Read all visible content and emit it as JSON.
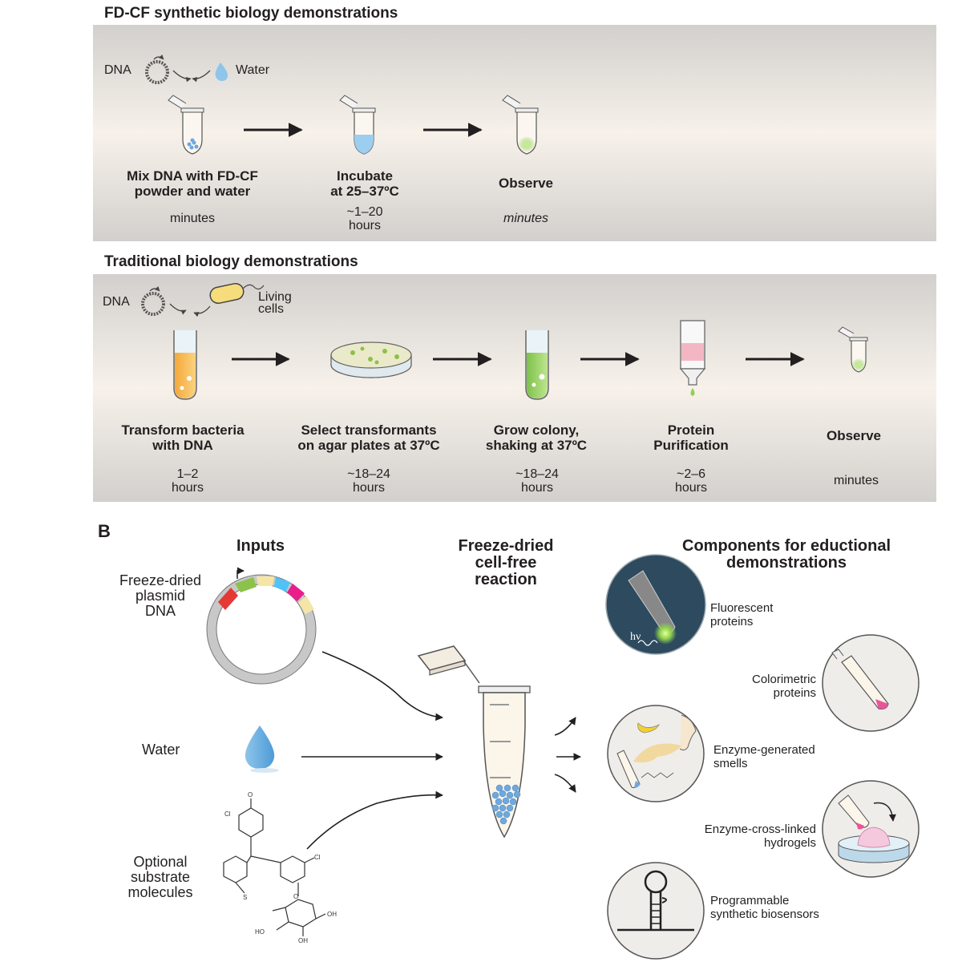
{
  "panel_a": {
    "title": "FD-CF synthetic biology demonstrations",
    "dna_label": "DNA",
    "water_label": "Water",
    "steps": [
      {
        "label_line1": "Mix DNA with FD-CF",
        "label_line2": "powder and water",
        "time": "minutes"
      },
      {
        "label_line1": "Incubate",
        "label_line2": "at 25–37ºC",
        "time_line1": "~1–20",
        "time_line2": "hours"
      },
      {
        "label": "Observe",
        "time": "minutes"
      }
    ]
  },
  "panel_traditional": {
    "title": "Traditional biology demonstrations",
    "dna_label": "DNA",
    "cells_line1": "Living",
    "cells_line2": "cells",
    "steps": [
      {
        "label_line1": "Transform bacteria",
        "label_line2": "with DNA",
        "time_line1": "1–2",
        "time_line2": "hours"
      },
      {
        "label_line1": "Select transformants",
        "label_line2": "on agar plates at 37ºC",
        "time_line1": "~18–24",
        "time_line2": "hours"
      },
      {
        "label_line1": "Grow colony,",
        "label_line2": "shaking at 37ºC",
        "time_line1": "~18–24",
        "time_line2": "hours"
      },
      {
        "label_line1": "Protein",
        "label_line2": "Purification",
        "time_line1": "~2–6",
        "time_line2": "hours"
      },
      {
        "label": "Observe",
        "time": "minutes"
      }
    ]
  },
  "panel_b": {
    "letter": "B",
    "inputs_title": "Inputs",
    "reaction_title": [
      "Freeze-dried",
      "cell-free",
      "reaction"
    ],
    "components_title": [
      "Components for eductional",
      "demonstrations"
    ],
    "inputs": {
      "plasmid": [
        "Freeze-dried",
        "plasmid",
        "DNA"
      ],
      "water": "Water",
      "substrate": [
        "Optional",
        "substrate",
        "molecules"
      ]
    },
    "hv_label": "hν",
    "components": [
      {
        "line1": "Fluorescent",
        "line2": "proteins"
      },
      {
        "line1": "Colorimetric",
        "line2": "proteins"
      },
      {
        "line1": "Enzyme-generated",
        "line2": "smells"
      },
      {
        "line1": "Enzyme-cross-linked",
        "line2": "hydrogels"
      },
      {
        "line1": "Programmable",
        "line2": "synthetic biosensors"
      }
    ],
    "molecule_atoms": {
      "o": "O",
      "cl": "Cl",
      "s": "S",
      "o2": "O",
      "oh": "OH",
      "ho": "HO"
    }
  },
  "colors": {
    "panel_top": "#d2d0cd",
    "panel_mid": "#f7f1ea",
    "blue_bead": "#6fa8dc",
    "green_glow": "#8fd14f",
    "orange_culture": "#f6b74a",
    "pink": "#e8569a",
    "dark_circle": "#2d4a5e"
  }
}
